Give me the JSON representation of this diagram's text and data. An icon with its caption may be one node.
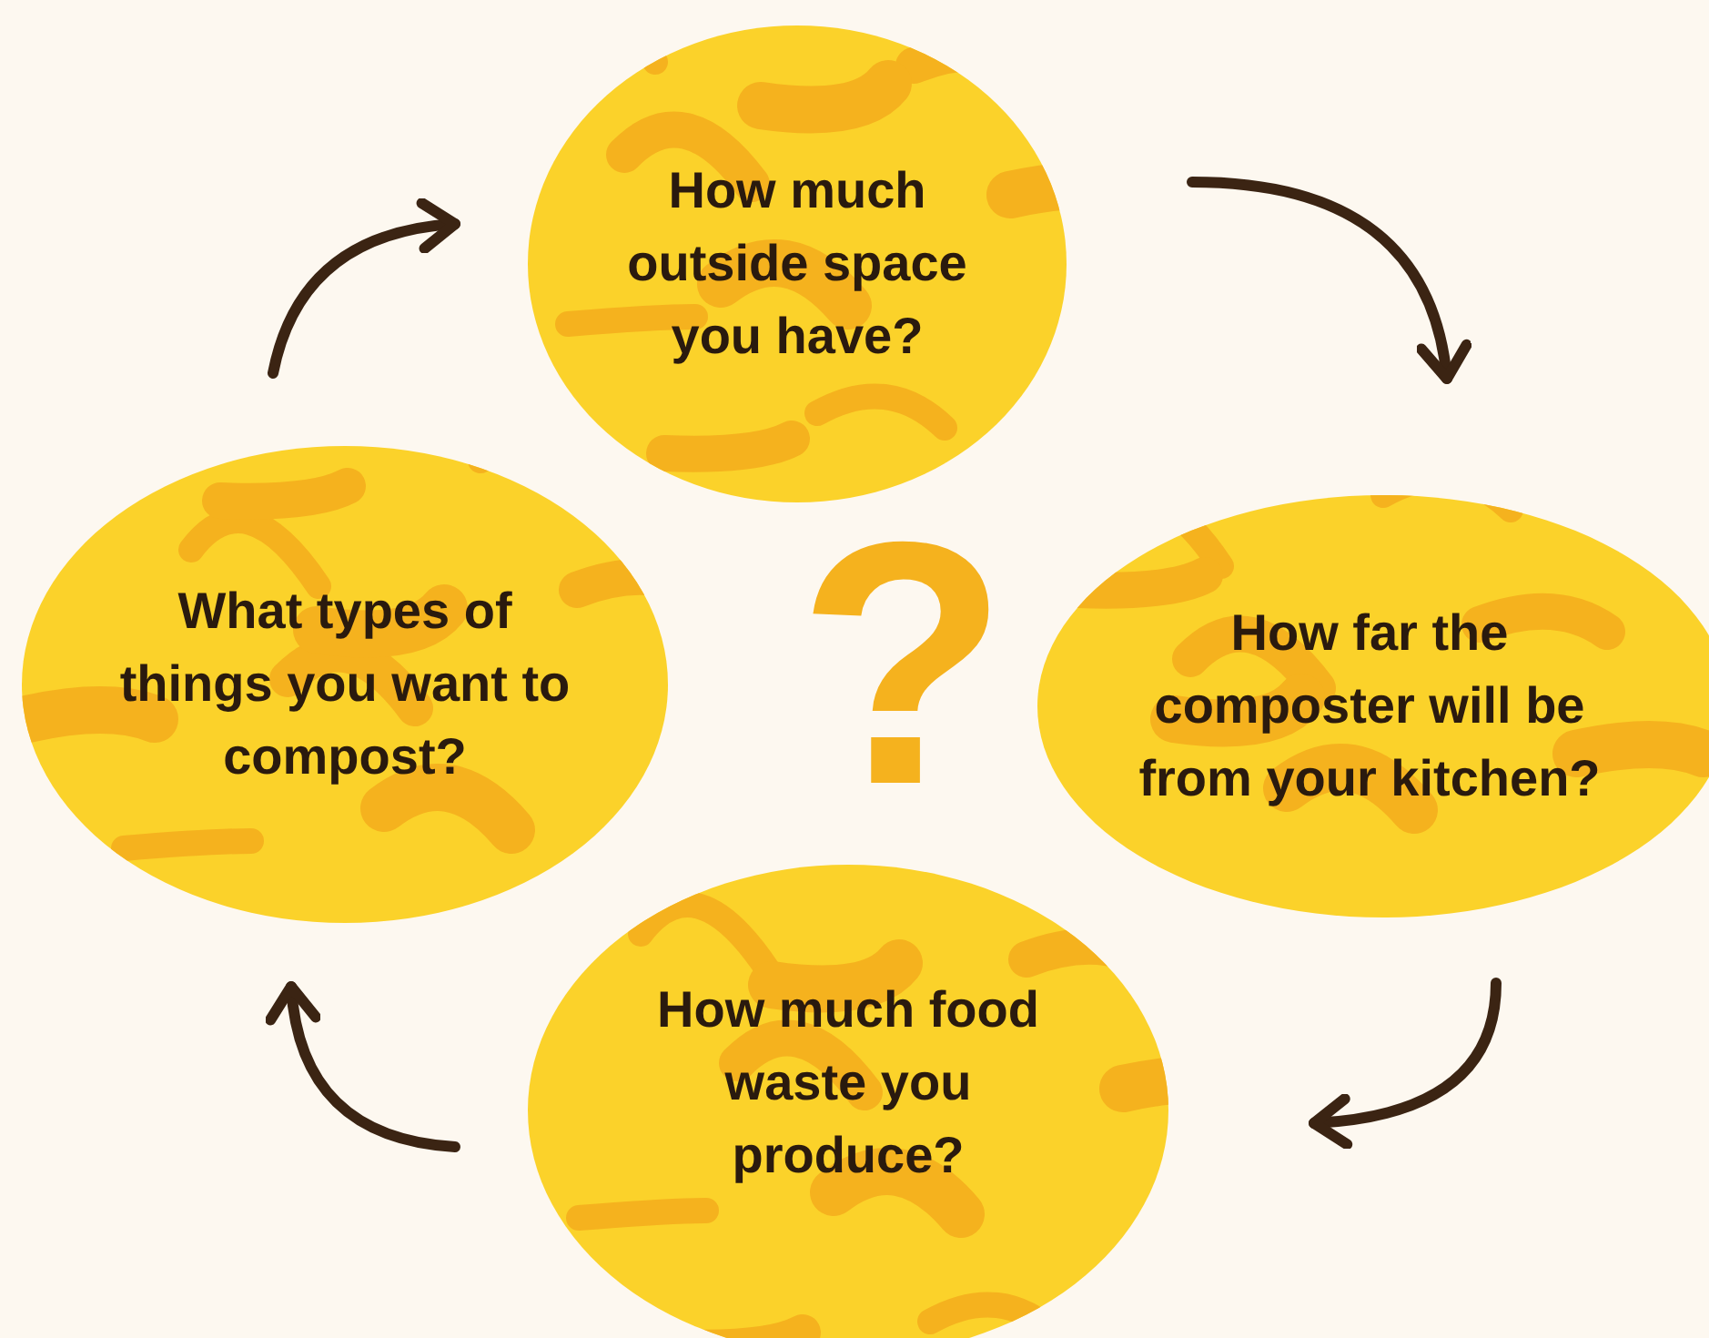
{
  "diagram": {
    "nodes": [
      {
        "text": [
          "How much outside space you have?"
        ]
      },
      {
        "text": [
          "How far the composter will be from your kitchen?"
        ]
      },
      {
        "text": [
          "How much food waste you produce?"
        ]
      },
      {
        "text": [
          "What types of things you want to compost?"
        ]
      }
    ],
    "edges": [
      {
        "from": 3,
        "to": 0,
        "arrow": "to"
      },
      {
        "from": 0,
        "to": 1,
        "arrow": "to"
      },
      {
        "from": 1,
        "to": 2,
        "arrow": "to"
      },
      {
        "from": 2,
        "to": 3,
        "arrow": "to"
      }
    ],
    "labels": [
      "?"
    ]
  }
}
